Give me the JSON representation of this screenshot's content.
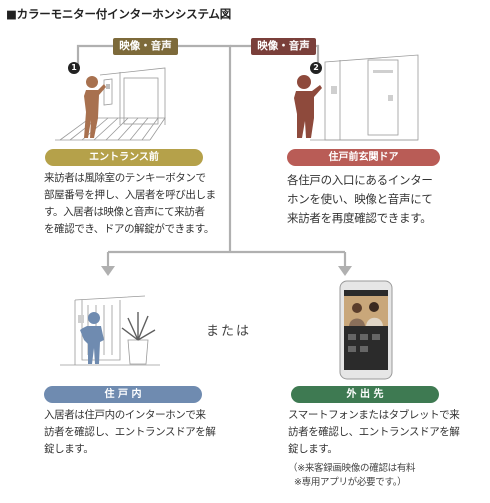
{
  "title": "■カラーモニター付インターホンシステム図",
  "tags": {
    "left": "映像・音声",
    "right": "映像・音声"
  },
  "markers": {
    "one": "1",
    "two": "2"
  },
  "sections": {
    "entrance": {
      "label": "エントランス前",
      "desc": [
        "来訪者は風除室のテンキーボタンで",
        "部屋番号を押し、入居者を呼び出しま",
        "す。入居者は映像と音声にて来訪者",
        "を確認でき、ドアの解錠ができます。"
      ]
    },
    "front_door": {
      "label": "住戸前玄関ドア",
      "desc": [
        "各住戸の入口にあるインター",
        "ホンを使い、映像と音声にて",
        "来訪者を再度確認できます。"
      ]
    },
    "inside": {
      "label": "住 戸 内",
      "desc": [
        "入居者は住戸内のインターホンで来",
        "訪者を確認し、エントランスドアを解",
        "錠します。"
      ]
    },
    "outside": {
      "label": "外 出 先",
      "desc": [
        "スマートフォンまたはタブレットで来",
        "訪者を確認し、エントランスドアを解",
        "錠します。"
      ],
      "note": [
        "（※来客録画映像の確認は有料",
        "※専用アプリが必要です。）"
      ]
    }
  },
  "or_text": "または",
  "colors": {
    "gold": "#b5a14a",
    "brown_tag": "#7d6a3a",
    "maroon_tag": "#7a3f3a",
    "red_pill": "#b95c56",
    "blue_pill": "#6f8bb0",
    "green_pill": "#3e7a52",
    "figure": "#a86a4e",
    "line": "#aaaaaa"
  }
}
